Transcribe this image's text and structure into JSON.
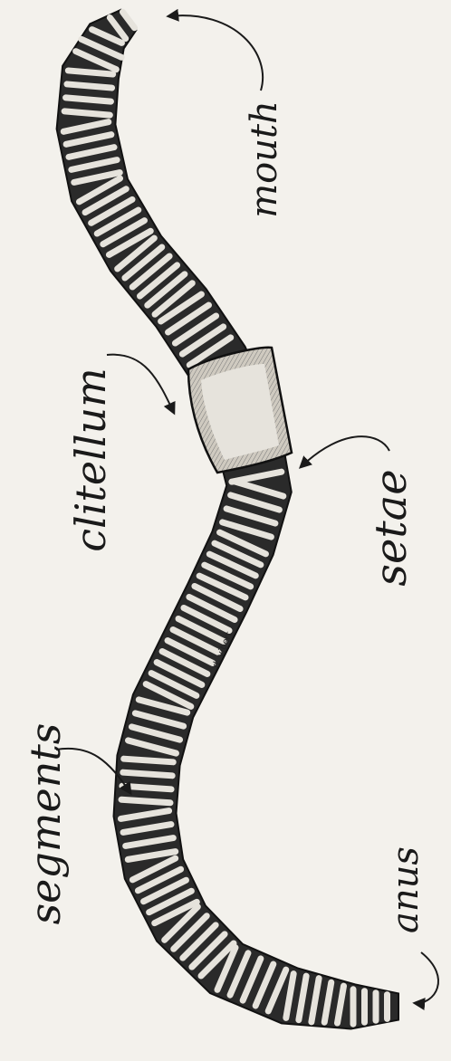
{
  "labels": {
    "mouth": "mouth",
    "clitellum": "clitellum",
    "setae": "setae",
    "segments": "segments",
    "anus": "anus"
  },
  "signature": "d. vibert",
  "colors": {
    "background": "#f3f1ec",
    "ink": "#1a1a1a",
    "body_dark": "#2a2a2a",
    "band_light": "#e6e3dc"
  }
}
